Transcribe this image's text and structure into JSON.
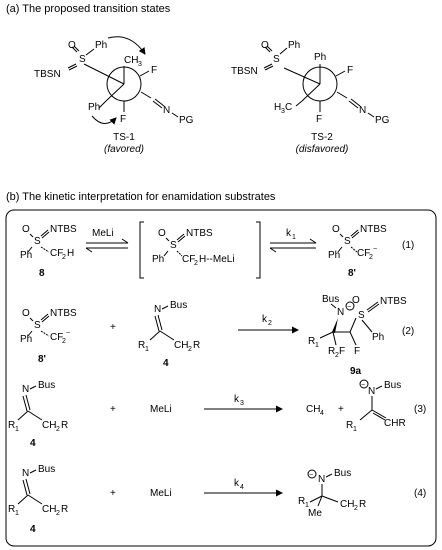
{
  "panel_a": {
    "title": "(a) The proposed transition states",
    "ts1": {
      "substituents": {
        "S": "S",
        "O": "O",
        "Ph_top": "Ph",
        "TBSN": "TBSN",
        "CH3": "CH",
        "CH3_sub": "3",
        "F_right": "F",
        "Ph_left": "Ph",
        "F_bottom": "F",
        "N": "N",
        "PG": "PG"
      },
      "label": "TS-1",
      "note": "favored"
    },
    "ts2": {
      "substituents": {
        "S": "S",
        "O": "O",
        "Ph_s": "Ph",
        "TBSN": "TBSN",
        "Ph_top": "Ph",
        "F_right": "F",
        "H3C": "H",
        "H3C_sub": "3",
        "H3C_c": "C",
        "F_bottom": "F",
        "N": "N",
        "PG": "PG"
      },
      "label": "TS-2",
      "note": "disfavored"
    }
  },
  "panel_b": {
    "title": "(b) The kinetic interpretation for enamidation substrates",
    "eq1": {
      "sulfone": {
        "O": "O",
        "S": "S",
        "NTBS": "NTBS",
        "Ph": "Ph",
        "CF2H": "CF",
        "CF2H_sub": "2",
        "CF2H_h": "H"
      },
      "label_8": "8",
      "reagent": "MeLi",
      "complex": {
        "O": "O",
        "S": "S",
        "NTBS": "NTBS",
        "Ph": "Ph",
        "CF": "CF",
        "sub": "2",
        "rest": "H--MeLi"
      },
      "k": "k",
      "k_sub": "1",
      "anion": {
        "O": "O",
        "S": "S",
        "NTBS": "NTBS",
        "Ph": "Ph",
        "CF": "CF",
        "sub": "2",
        "charge": "−"
      },
      "label_8p": "8'",
      "number": "(1)"
    },
    "eq2": {
      "anion": {
        "O": "O",
        "S": "S",
        "NTBS": "NTBS",
        "Ph": "Ph",
        "CF": "CF",
        "sub": "2",
        "charge": "−"
      },
      "label_8p": "8'",
      "plus": "+",
      "imine": {
        "N": "N",
        "Bus": "Bus",
        "R1": "R",
        "R1_sub": "1",
        "CH2R": "CH",
        "CH2R_sub": "2",
        "CH2R_r": "R"
      },
      "label_4": "4",
      "k": "k",
      "k_sub": "2",
      "product": {
        "Bus": "Bus",
        "N": "N",
        "minus": "−",
        "S": "S",
        "O": "O",
        "NTBS": "NTBS",
        "R1": "R",
        "R1_sub": "1",
        "R2": "R",
        "R2_sub": "2",
        "F1": "F",
        "F2": "F",
        "Ph": "Ph"
      },
      "label_9a": "9a",
      "number": "(2)"
    },
    "eq3": {
      "imine": {
        "N": "N",
        "Bus": "Bus",
        "R1": "R",
        "R1_sub": "1",
        "CH2R": "CH",
        "CH2R_sub": "2",
        "CH2R_r": "R"
      },
      "label_4": "4",
      "plus": "+",
      "reagent": "MeLi",
      "k": "k",
      "k_sub": "3",
      "ch4": "CH",
      "ch4_sub": "4",
      "plus2": "+",
      "product": {
        "N": "N",
        "Bus": "Bus",
        "minus": "−",
        "R1": "R",
        "R1_sub": "1",
        "CHR": "CHR"
      },
      "number": "(3)"
    },
    "eq4": {
      "imine": {
        "N": "N",
        "Bus": "Bus",
        "R1": "R",
        "R1_sub": "1",
        "CH2R": "CH",
        "CH2R_sub": "2",
        "CH2R_r": "R"
      },
      "label_4": "4",
      "plus": "+",
      "reagent": "MeLi",
      "k": "k",
      "k_sub": "4",
      "product": {
        "N": "N",
        "Bus": "Bus",
        "minus": "−",
        "R1": "R",
        "R1_sub": "1",
        "Me": "Me",
        "CH2R": "CH",
        "CH2R_sub": "2",
        "CH2R_r": "R"
      },
      "number": "(4)"
    }
  }
}
